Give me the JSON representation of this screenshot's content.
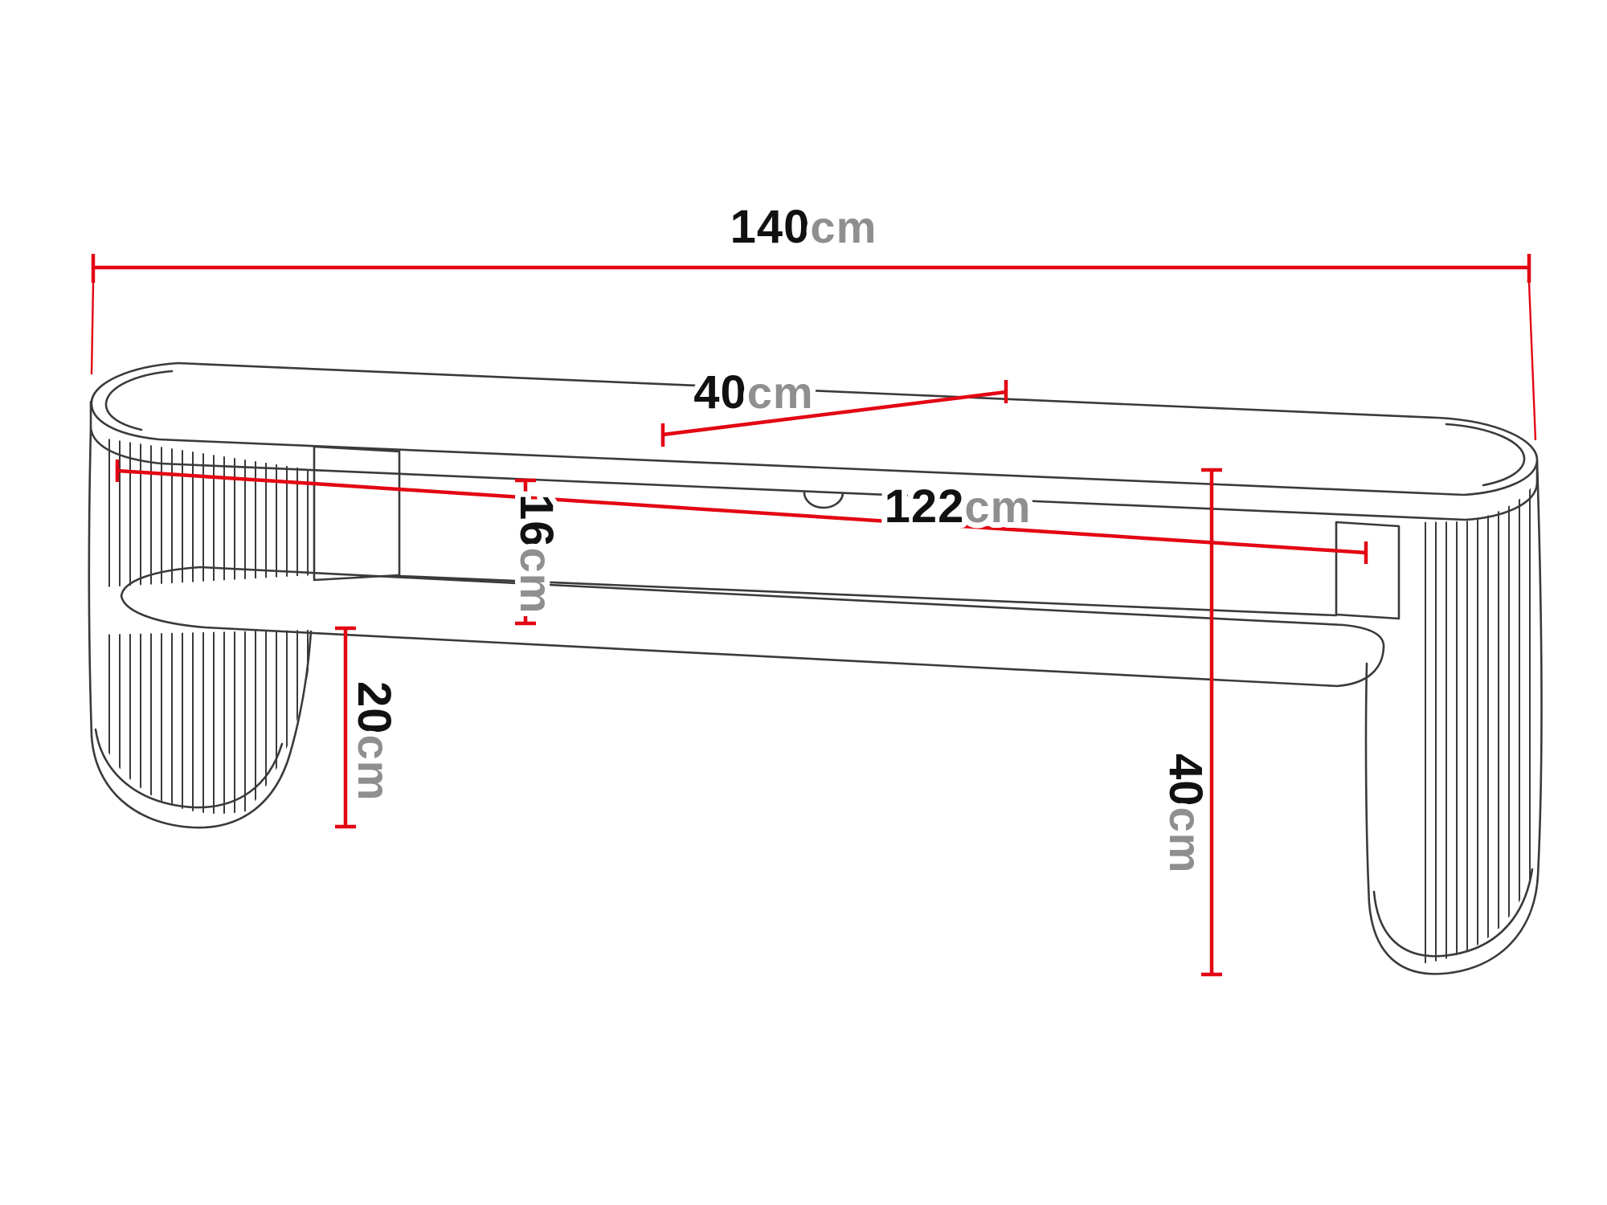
{
  "dimensions": {
    "total_width": {
      "value": "140",
      "unit": "cm",
      "orientation": "horizontal"
    },
    "top_depth": {
      "value": "40",
      "unit": "cm",
      "orientation": "diagonal"
    },
    "inner_width": {
      "value": "122",
      "unit": "cm",
      "orientation": "horizontal"
    },
    "compartment_height": {
      "value": "16",
      "unit": "cm",
      "orientation": "vertical"
    },
    "base_clearance": {
      "value": "20",
      "unit": "cm",
      "orientation": "vertical"
    },
    "total_height": {
      "value": "40",
      "unit": "cm",
      "orientation": "vertical"
    }
  },
  "colors": {
    "dimension_line": "#e30613",
    "outline": "#3a3a3a",
    "number_text": "#111111",
    "unit_text": "#8f8f8f",
    "background": "#ffffff"
  }
}
